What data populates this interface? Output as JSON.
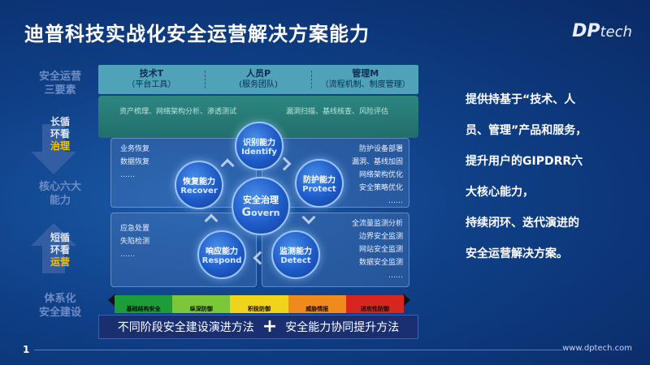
{
  "title": "迪普科技实战化安全运营解决方案能力",
  "logo": {
    "main": "DP",
    "sub": "tech"
  },
  "left": {
    "elements_l1": "安全运营",
    "elements_l2": "三要素",
    "long_l1": "长循",
    "long_l2": "环看",
    "long_l3": "治理",
    "core_l1": "核心六大",
    "core_l2": "能力",
    "short_l1": "短循",
    "short_l2": "环看",
    "short_l3": "运营",
    "system_l1": "体系化",
    "system_l2": "安全建设"
  },
  "header": [
    {
      "main": "技术T",
      "sub": "（平台工具）"
    },
    {
      "main": "人员P",
      "sub": "(服务团队)"
    },
    {
      "main": "管理M",
      "sub": "（流程机制、制度管理）"
    }
  ],
  "green_band": {
    "left": "资产梳理、网络架构分析、渗透测试",
    "right": "漏洞扫描、基线核查、风险评估"
  },
  "lists": {
    "top_left": [
      "业务恢复",
      "数据恢复",
      "……"
    ],
    "top_right": [
      "防护设备部署",
      "漏洞、基线加固",
      "网络架构优化",
      "安全策略优化",
      "……"
    ],
    "bottom_left": [
      "应急处置",
      "失陷检测",
      "……"
    ],
    "bottom_right": [
      "全流量监测分析",
      "边界安全监测",
      "网站安全监测",
      "数据安全监测",
      "……"
    ]
  },
  "circles": {
    "identify": {
      "cn": "识别能力",
      "en": "Identify"
    },
    "protect": {
      "cn": "防护能力",
      "en": "Protect"
    },
    "detect": {
      "cn": "监测能力",
      "en": "Detect"
    },
    "respond": {
      "cn": "响应能力",
      "en": "Respond"
    },
    "recover": {
      "cn": "恢复能力",
      "en": "Recover"
    },
    "govern": {
      "cn": "安全治理",
      "en_initial": "G",
      "en_rest": "overn"
    }
  },
  "scale": {
    "labels": [
      "基础结构安全",
      "纵深防御",
      "积极防御",
      "威胁情报",
      "进攻性防御"
    ],
    "colors": [
      "#1d9c3a",
      "#7cc63a",
      "#f2d31b",
      "#f08a1c",
      "#d7261f"
    ]
  },
  "bottom": {
    "left": "不同阶段安全建设演进方法",
    "plus": "+",
    "right": "安全能力协同提升方法"
  },
  "right_text": [
    "提供持基于“技术、人",
    "员、管理”产品和服务，",
    "提升用户的GIPDRR六",
    "大核心能力，",
    "持续闭环、迭代演进的",
    "安全运营解决方案。"
  ],
  "footer": {
    "page": "1",
    "url": "www.dptech.com"
  }
}
